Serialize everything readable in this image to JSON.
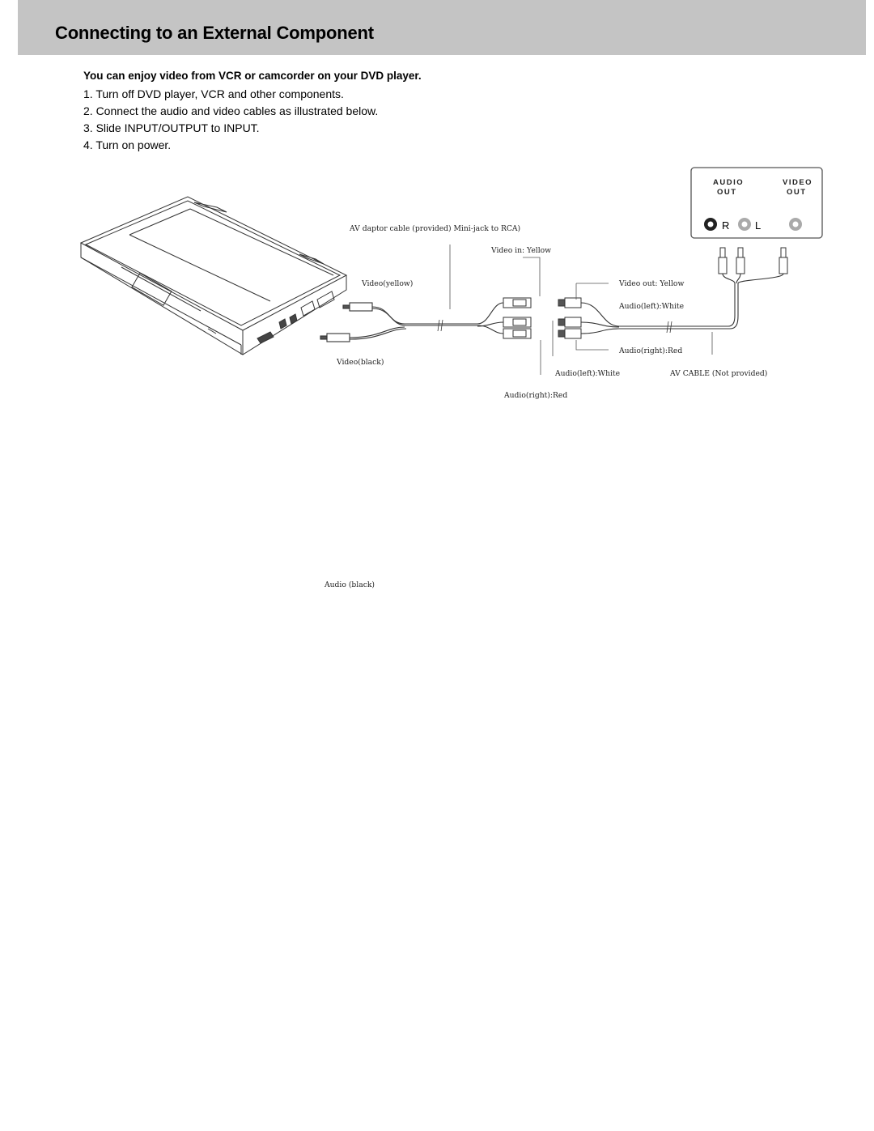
{
  "header": {
    "title": "Connecting to an External Component"
  },
  "intro": "You can enjoy video from VCR or camcorder on your DVD player.",
  "steps": [
    "1. Turn off DVD player, VCR and other components.",
    "2. Connect the audio and video cables as illustrated below.",
    "3. Slide INPUT/OUTPUT to INPUT.",
    "4. Turn on power."
  ],
  "diagram": {
    "av_adaptor_label": "AV daptor cable (provided) Mini-jack to RCA)",
    "video_in": "Video in: Yellow",
    "video_yellow": "Video(yellow)",
    "video_out": "Video out: Yellow",
    "audio_left_white_right": "Audio(left):White",
    "audio_right_red_right": "Audio(right):Red",
    "video_black": "Video(black)",
    "audio_left_white_mid": "Audio(left):White",
    "av_cable": "AV CABLE (Not provided)",
    "audio_right_red_mid": "Audio(right):Red",
    "audio_black": "Audio (black)",
    "panel": {
      "audio": "AUDIO",
      "video": "VIDEO",
      "out_left": "OUT",
      "out_right": "OUT",
      "r": "R",
      "l": "L"
    }
  }
}
